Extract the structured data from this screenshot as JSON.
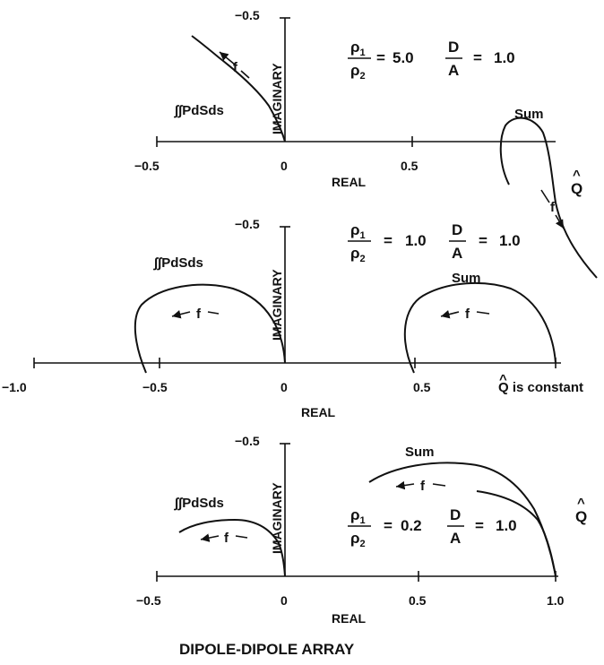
{
  "title": "DIPOLE-DIPOLE ARRAY",
  "labels": {
    "imaginary": "IMAGINARY",
    "real": "REAL",
    "integral": "∫∫PdSds",
    "sum": "Sum",
    "f": "f",
    "q": "Q",
    "q_const": "Q is constant",
    "rho": "ρ",
    "one": "1",
    "two": "2",
    "D": "D",
    "A": "A",
    "eq": "="
  },
  "ticks": {
    "neg10": "−1.0",
    "neg05": "−0.5",
    "zero": "0",
    "pos05": "0.5",
    "pos10": "1.0",
    "im_neg05": "−0.5"
  },
  "panels": [
    {
      "ratio": "5.0",
      "da": "1.0"
    },
    {
      "ratio": "1.0",
      "da": "1.0"
    },
    {
      "ratio": "0.2",
      "da": "1.0"
    }
  ],
  "colors": {
    "ink": "#111111",
    "background": "#ffffff"
  }
}
